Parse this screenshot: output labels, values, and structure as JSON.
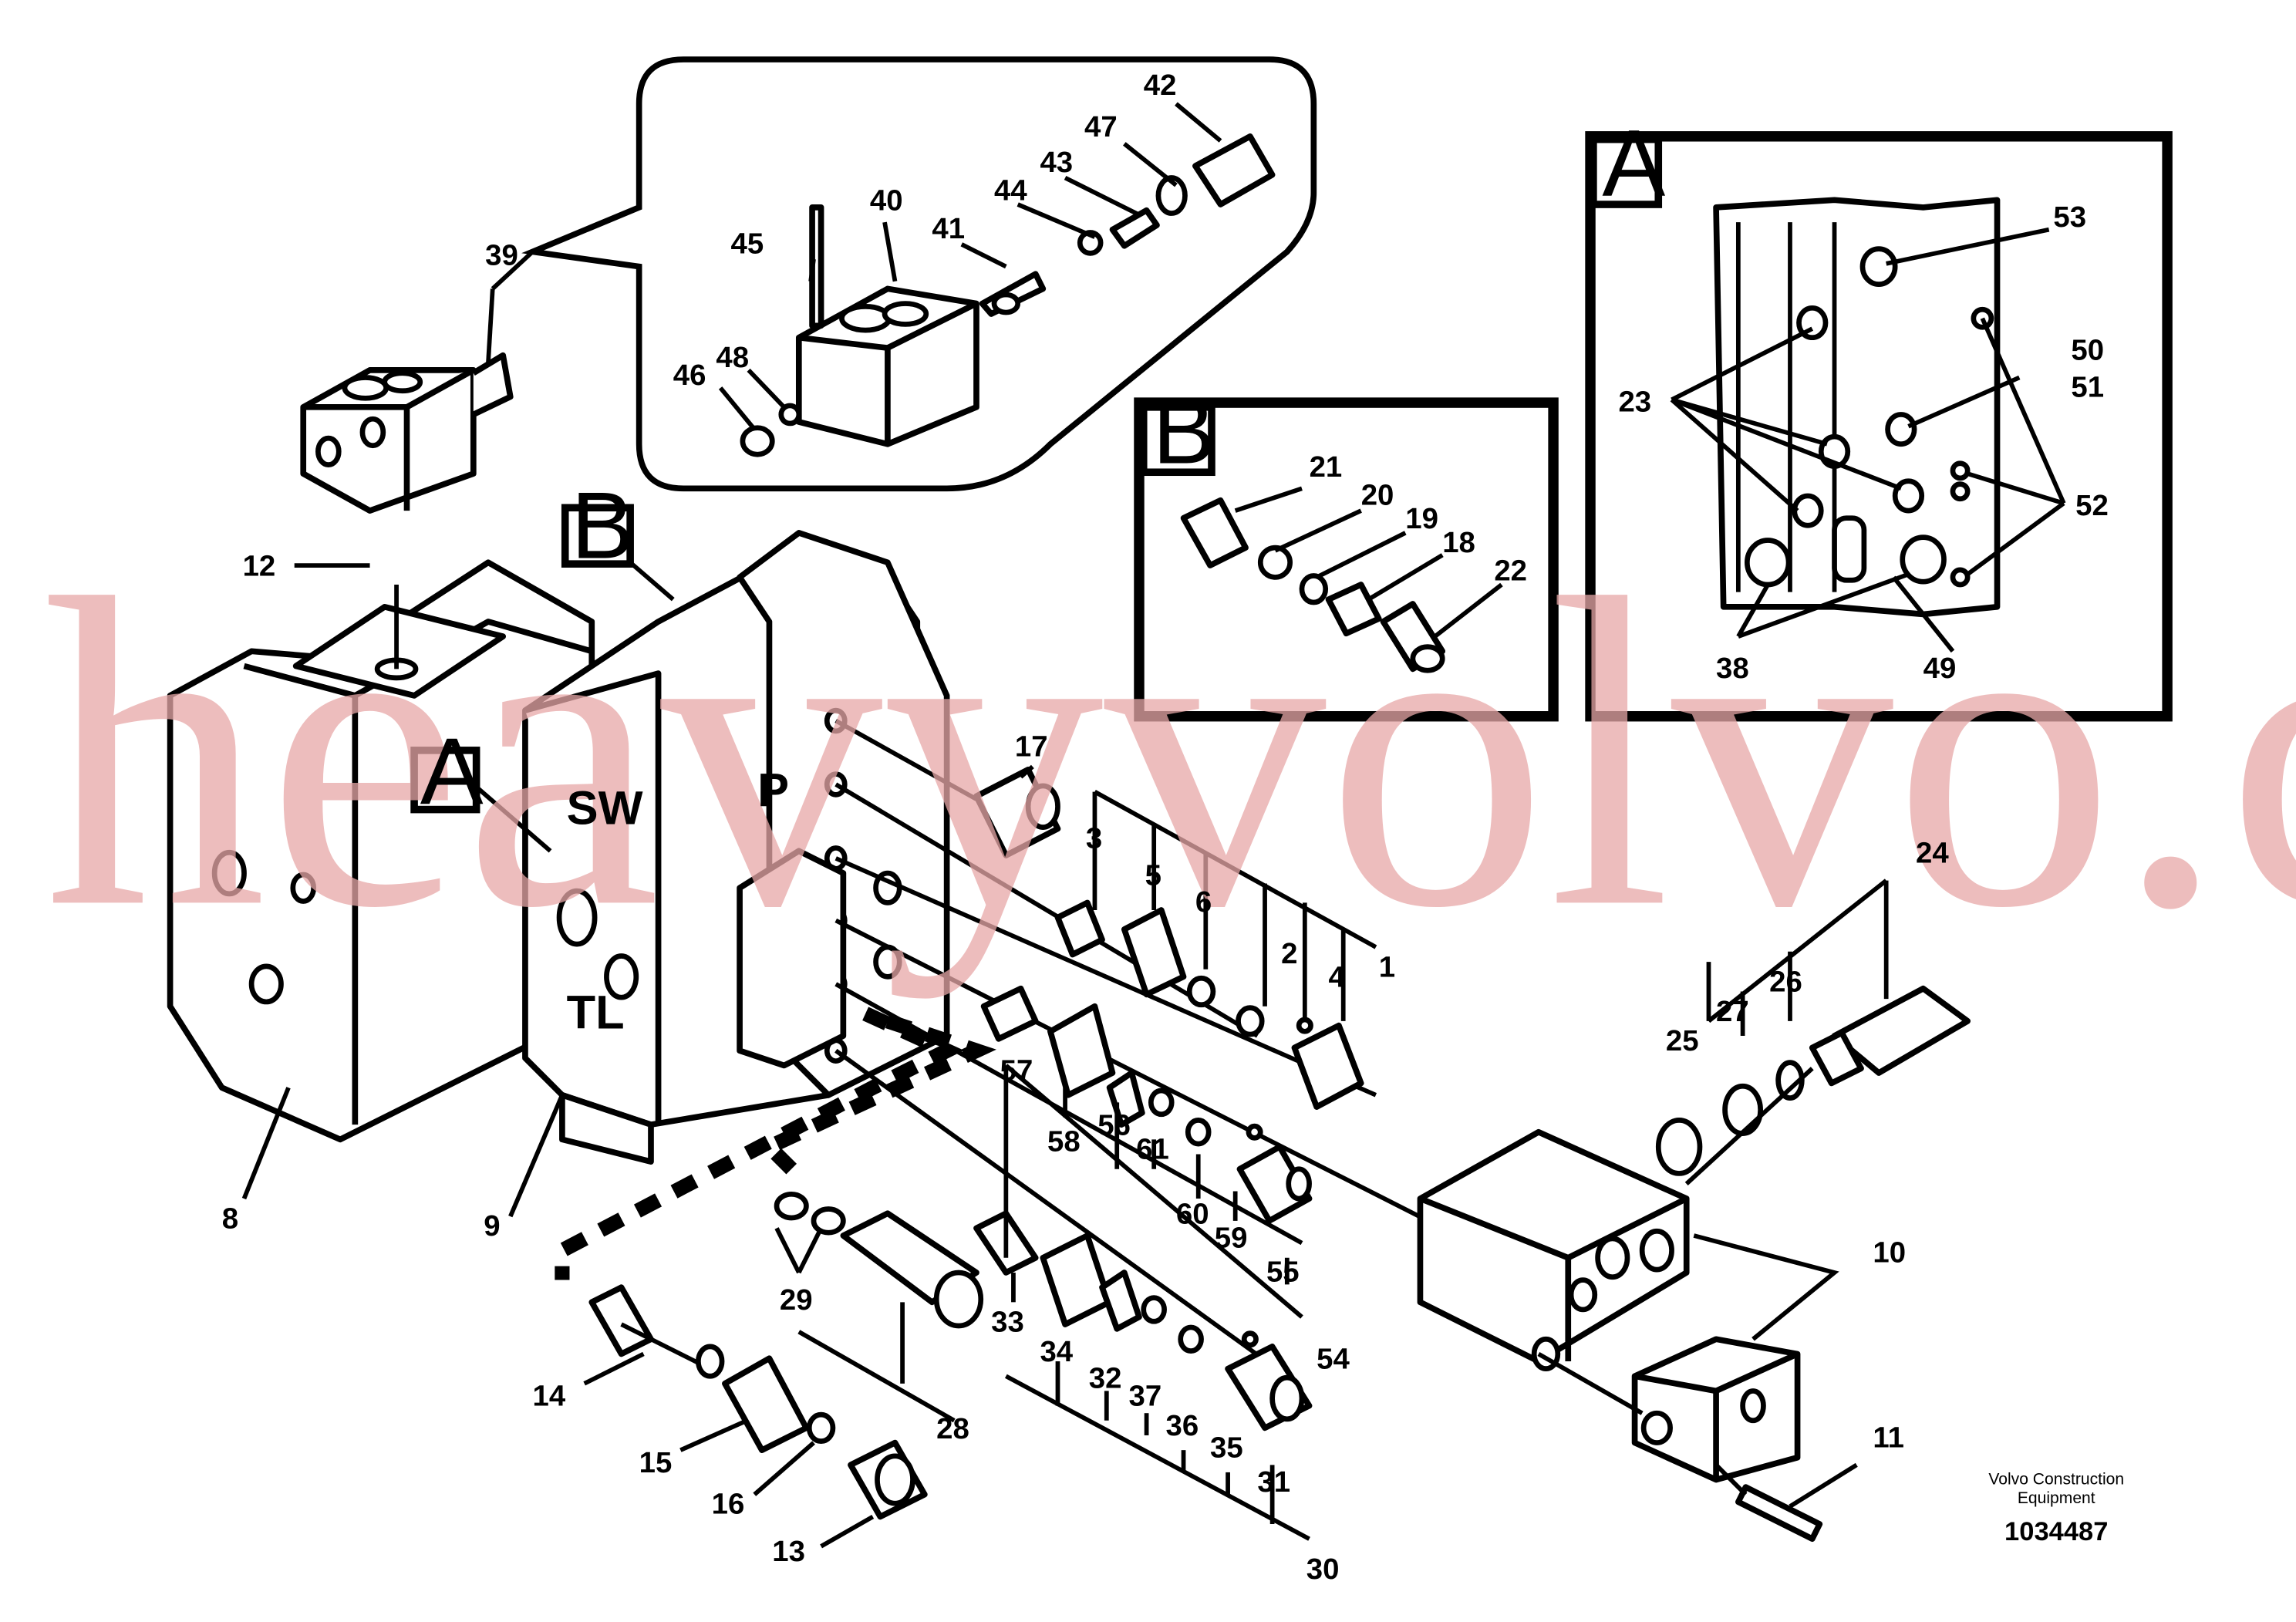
{
  "drawing": {
    "brand_line1": "Volvo Construction",
    "brand_line2": "Equipment",
    "number": "1034487",
    "watermark": "heavyvolvo.com"
  },
  "sections": {
    "a": "A",
    "b": "B"
  },
  "ports": {
    "sw": "SW",
    "p": "P",
    "tl": "TL"
  },
  "callouts": {
    "c1": "1",
    "c2": "2",
    "c3": "3",
    "c4": "4",
    "c5": "5",
    "c6": "6",
    "c8": "8",
    "c9": "9",
    "c10": "10",
    "c11": "11",
    "c12": "12",
    "c13": "13",
    "c14": "14",
    "c15": "15",
    "c16": "16",
    "c17": "17",
    "c18": "18",
    "c19": "19",
    "c20": "20",
    "c21": "21",
    "c22": "22",
    "c23": "23",
    "c24": "24",
    "c25": "25",
    "c26": "26",
    "c27": "27",
    "c28": "28",
    "c29": "29",
    "c30": "30",
    "c31": "31",
    "c32": "32",
    "c33": "33",
    "c34": "34",
    "c35": "35",
    "c36": "36",
    "c37": "37",
    "c38": "38",
    "c39": "39",
    "c40": "40",
    "c41": "41",
    "c42": "42",
    "c43": "43",
    "c44": "44",
    "c45": "45",
    "c46": "46",
    "c47": "47",
    "c48": "48",
    "c49": "49",
    "c50": "50",
    "c51": "51",
    "c52": "52",
    "c53": "53",
    "c54": "54",
    "c55": "55",
    "c56": "56",
    "c57": "57",
    "c58": "58",
    "c59": "59",
    "c60": "60",
    "c61": "61"
  }
}
